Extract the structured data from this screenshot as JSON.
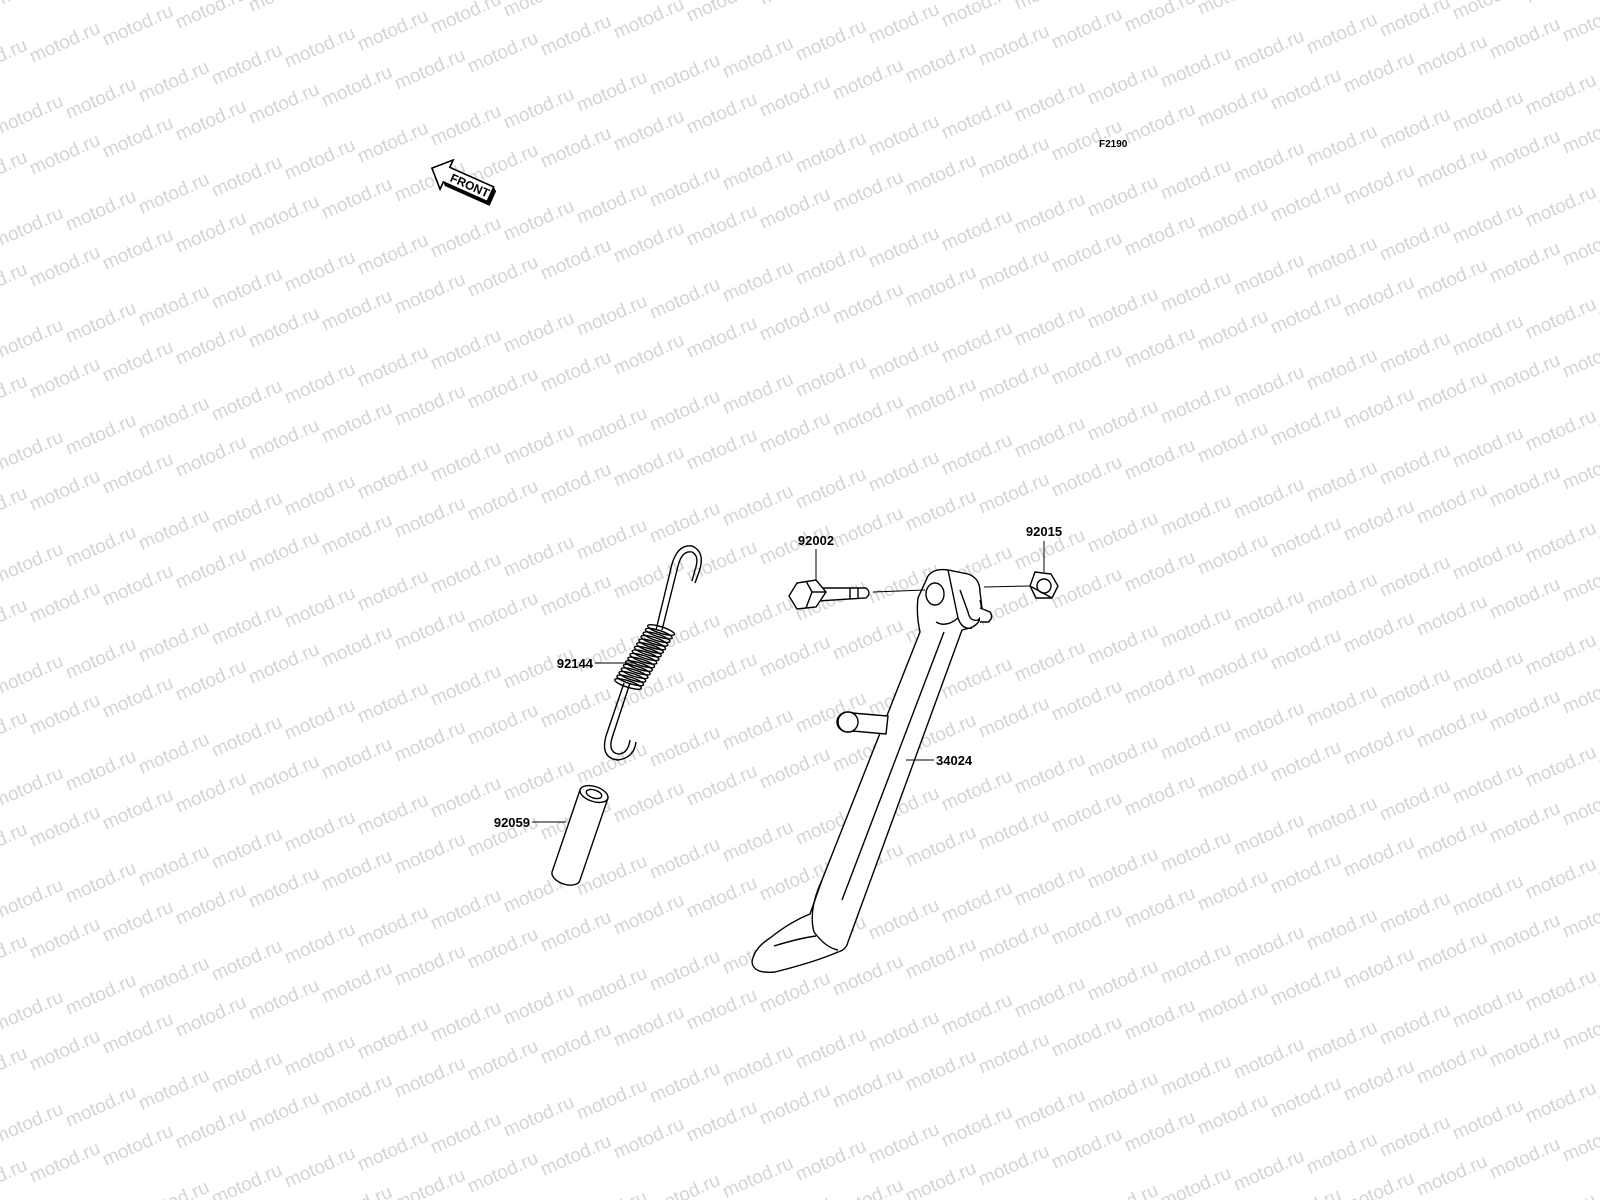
{
  "figure": {
    "code": "F2190",
    "front_arrow_text": "FRONT",
    "watermark": "motod.ru"
  },
  "parts": [
    {
      "id": "part-92002",
      "number": "92002"
    },
    {
      "id": "part-92015",
      "number": "92015"
    },
    {
      "id": "part-92144",
      "number": "92144"
    },
    {
      "id": "part-34024",
      "number": "34024"
    },
    {
      "id": "part-92059",
      "number": "92059"
    }
  ],
  "colors": {
    "line": "#000000",
    "watermark": "#d4d4d4",
    "background": "#ffffff"
  }
}
